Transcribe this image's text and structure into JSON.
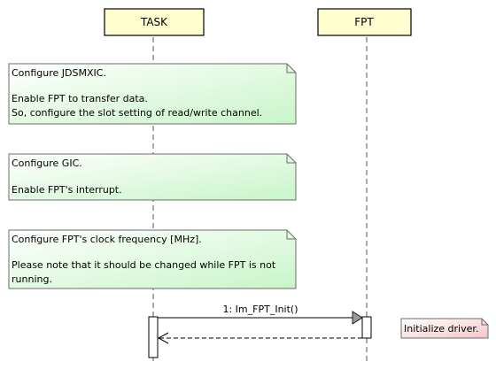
{
  "participants": {
    "task": "TASK",
    "fpt": "FPT"
  },
  "notes": {
    "note1": {
      "lines": [
        "Configure JDSMXIC.",
        "",
        "Enable FPT to transfer data.",
        "So, configure the slot setting of read/write channel."
      ]
    },
    "note2": {
      "lines": [
        "Configure GIC.",
        "",
        "Enable FPT's interrupt."
      ]
    },
    "note3": {
      "lines": [
        "Configure FPT's clock frequency [MHz].",
        "",
        "Please note that it should be changed while FPT is not",
        "running."
      ]
    },
    "note4": {
      "lines": [
        "Initialize driver."
      ]
    }
  },
  "messages": {
    "msg1": "1: Im_FPT_Init()"
  },
  "colors": {
    "participant_fill": "#FEFECE",
    "participant_border": "#000000",
    "note_fill_green": "#D6F5D6",
    "note_fill_pink": "#F8D7D7",
    "lifeline": "#555555",
    "arrow": "#999999"
  }
}
